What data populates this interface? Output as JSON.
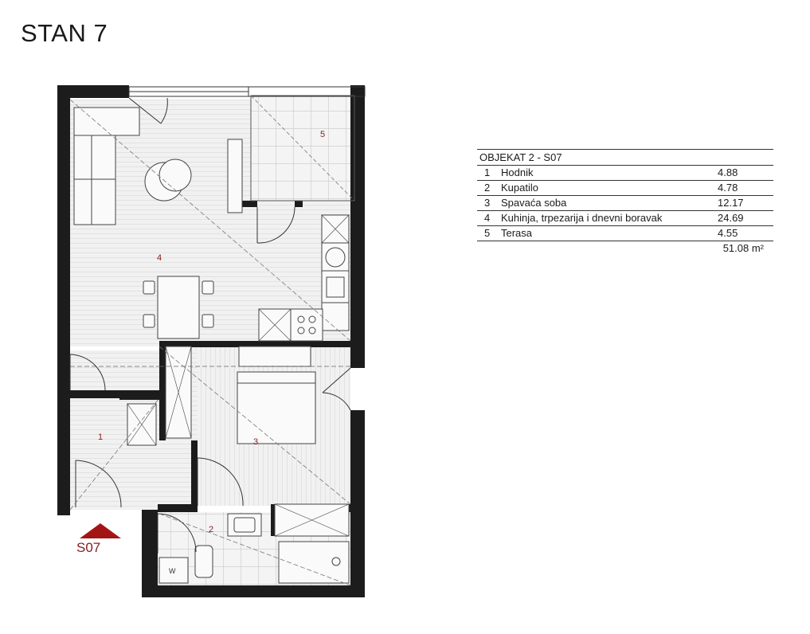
{
  "title": "STAN 7",
  "entrance": {
    "label": "S07",
    "arrow_color": "#a31515"
  },
  "legend": {
    "header": "OBJEKAT 2 - S07",
    "rows": [
      {
        "num": "1",
        "name": "Hodnik",
        "area": "4.88"
      },
      {
        "num": "2",
        "name": "Kupatilo",
        "area": "4.78"
      },
      {
        "num": "3",
        "name": "Spavaća soba",
        "area": "12.17"
      },
      {
        "num": "4",
        "name": "Kuhinja, trpezarija i dnevni boravak",
        "area": "24.69"
      },
      {
        "num": "5",
        "name": "Terasa",
        "area": "4.55"
      }
    ],
    "total": "51.08 m²"
  },
  "plan": {
    "room_labels": [
      "1",
      "2",
      "3",
      "4",
      "5"
    ],
    "wall_color": "#1c1c1c",
    "room_number_color": "#8b1a1a",
    "appliance_label": "W"
  }
}
